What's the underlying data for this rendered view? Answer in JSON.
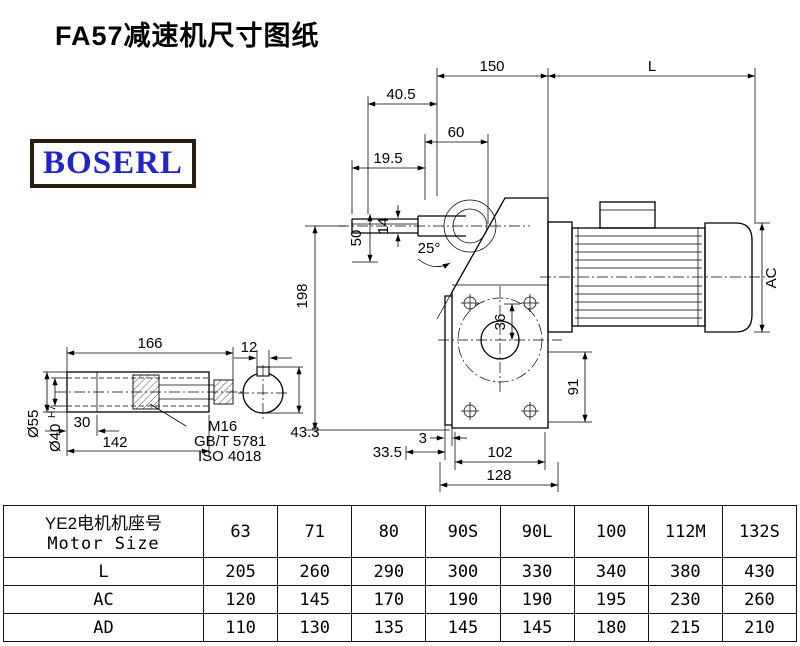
{
  "page": {
    "title": "FA57减速机尺寸图纸"
  },
  "logo": {
    "text": "BOSERL"
  },
  "drawing": {
    "dims": {
      "d150": "150",
      "dL": "L",
      "d40_5": "40.5",
      "d60": "60",
      "d19_5": "19.5",
      "d50": "50",
      "d14": "14",
      "d25": "25°",
      "d198": "198",
      "d36": "36",
      "d91": "91",
      "dAC": "AC",
      "d3": "3",
      "d33_5": "33.5",
      "d102": "102",
      "d128": "128",
      "d166": "166",
      "d30": "30",
      "d142": "142",
      "d12": "12",
      "d43_3": "43.3",
      "dia55": "Ø55",
      "dia40": "Ø40",
      "dia40_sup": "H7",
      "m16": "M16",
      "gbt": "GB/T 5781",
      "iso": "ISO 4018"
    }
  },
  "table": {
    "header_label_line1": "YE2电机机座号",
    "header_label_line2": "Motor Size",
    "sizes": [
      "63",
      "71",
      "80",
      "90S",
      "90L",
      "100",
      "112M",
      "132S"
    ],
    "rows": [
      {
        "label": "L",
        "values": [
          "205",
          "260",
          "290",
          "300",
          "330",
          "340",
          "380",
          "430"
        ]
      },
      {
        "label": "AC",
        "values": [
          "120",
          "145",
          "170",
          "190",
          "190",
          "195",
          "230",
          "260"
        ]
      },
      {
        "label": "AD",
        "values": [
          "110",
          "130",
          "135",
          "145",
          "145",
          "180",
          "215",
          "210"
        ]
      }
    ]
  }
}
